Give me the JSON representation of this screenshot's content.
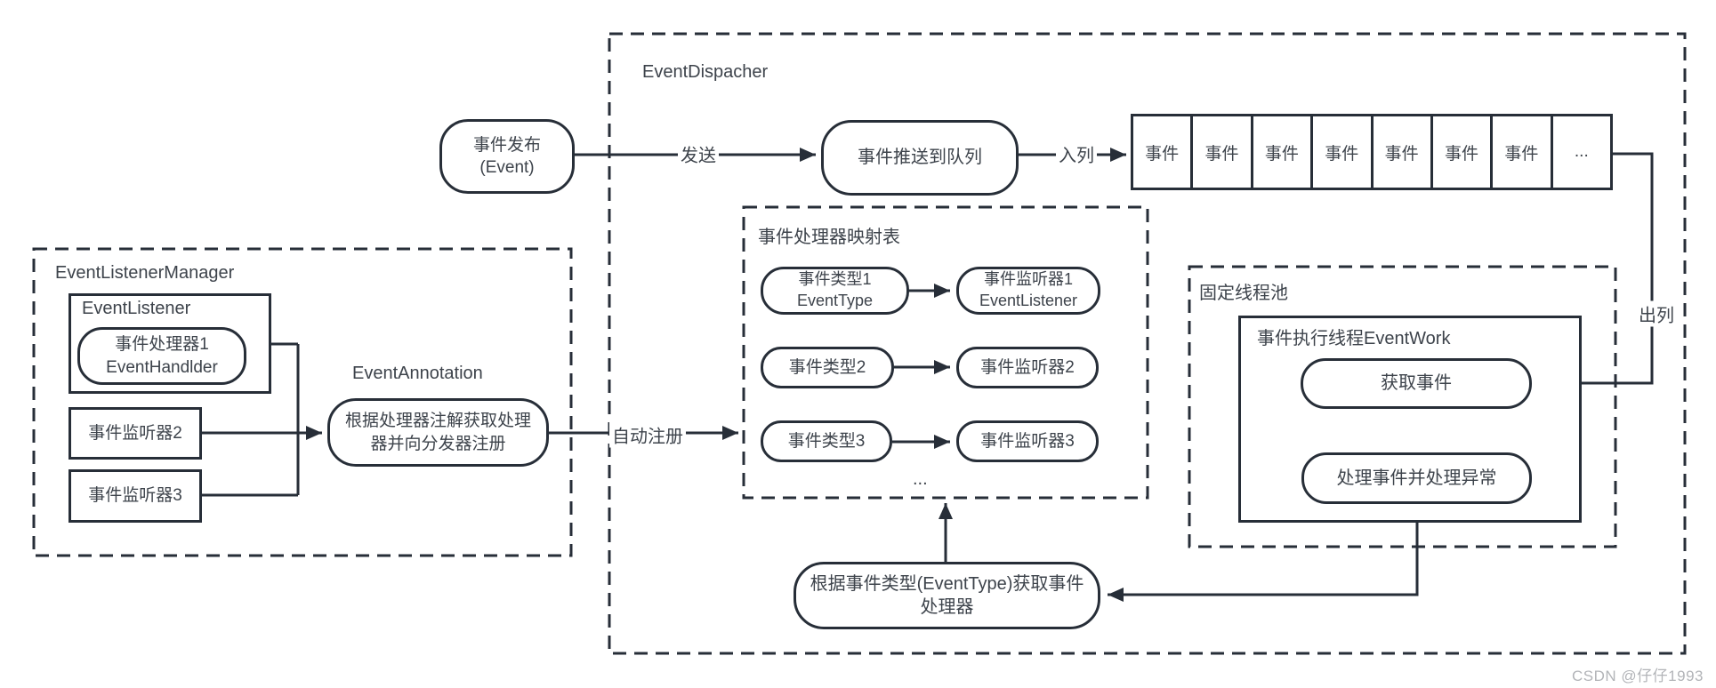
{
  "colors": {
    "stroke": "#272e38",
    "text": "#3d434b",
    "watermark": "#b2b4b8",
    "background": "#ffffff"
  },
  "manager": {
    "title": "EventListenerManager",
    "listener_box": {
      "title": "EventListener",
      "handler": {
        "line1": "事件处理器1",
        "line2": "EventHandlder"
      }
    },
    "listener2": "事件监听器2",
    "listener3": "事件监听器3"
  },
  "annotation": {
    "title": "EventAnnotation",
    "line1": "根据处理器注解获取处理",
    "line2": "器并向分发器注册"
  },
  "dispatcher": {
    "title": "EventDispacher"
  },
  "publish": {
    "line1": "事件发布",
    "line2": "(Event)"
  },
  "push_label": "事件推送到队列",
  "queue": {
    "cells": [
      "事件",
      "事件",
      "事件",
      "事件",
      "事件",
      "事件",
      "事件",
      "..."
    ]
  },
  "edge_labels": {
    "send": "发送",
    "enqueue": "入列",
    "dequeue": "出列",
    "auto_register": "自动注册"
  },
  "map": {
    "title": "事件处理器映射表",
    "ellipsis": "...",
    "rows": [
      {
        "left1": "事件类型1",
        "left2": "EventType",
        "right1": "事件监听器1",
        "right2": "EventListener"
      },
      {
        "left1": "事件类型2",
        "right1": "事件监听器2"
      },
      {
        "left1": "事件类型3",
        "right1": "事件监听器3"
      }
    ]
  },
  "pool": {
    "title": "固定线程池",
    "worker_title": "事件执行线程EventWork",
    "fetch": "获取事件",
    "handle": "处理事件并处理异常"
  },
  "resolve": {
    "line1": "根据事件类型(EventType)获取事件",
    "line2": "处理器"
  },
  "watermark": "CSDN @仔仔1993"
}
